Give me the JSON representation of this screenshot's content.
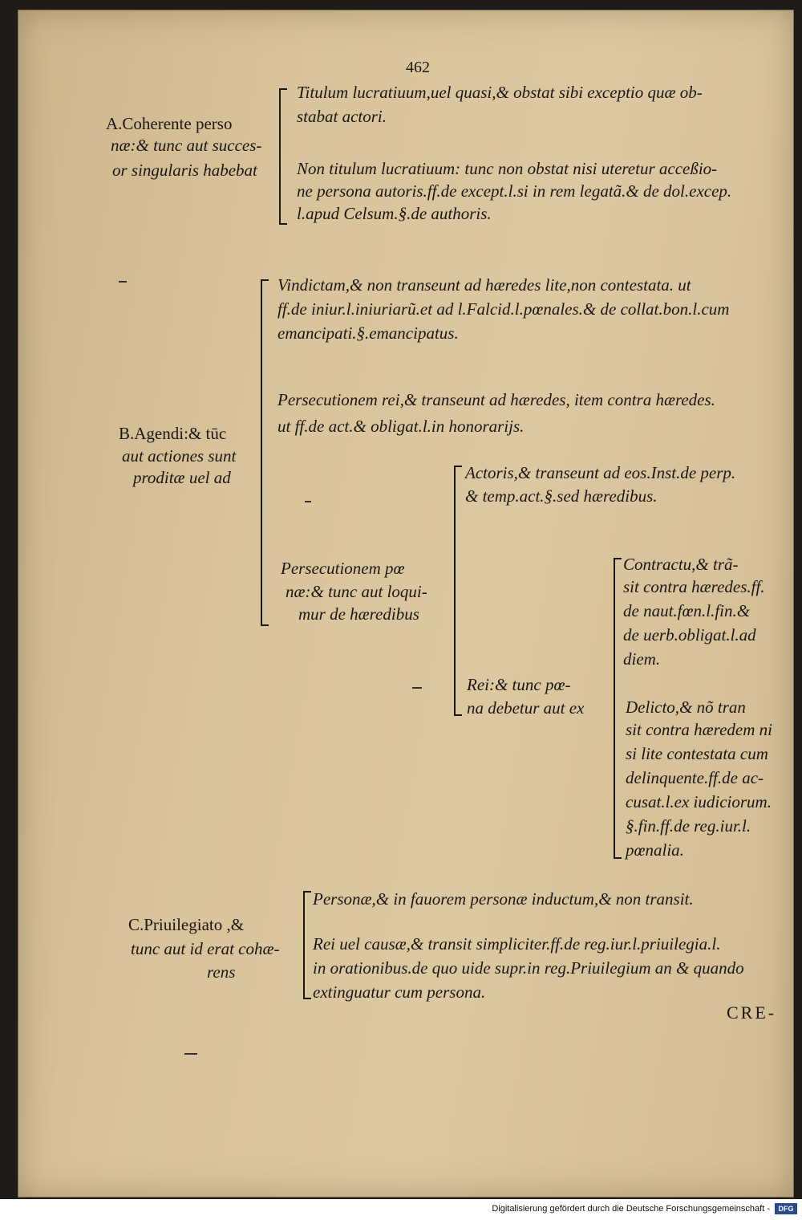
{
  "page": {
    "number": "462",
    "catchword": "CRE-"
  },
  "sectionA": {
    "label": [
      "A.Coherente perso",
      "næ:& tunc aut succes-",
      "or singularis habebat"
    ],
    "branch1": [
      "Titulum lucratiuum,uel quasi,& obstat sibi exceptio quæ ob-",
      "stabat actori."
    ],
    "branch2": [
      "Non titulum lucratiuum: tunc non obstat nisi uteretur acceßio-",
      "ne persona autoris.ff.de except.l.si in rem legatã.& de dol.excep.",
      "l.apud Celsum.§.de authoris."
    ]
  },
  "sectionB": {
    "label": [
      "B.Agendi:& tūc",
      "aut actiones sunt",
      "proditæ uel ad"
    ],
    "vindictam": [
      "Vindictam,& non transeunt ad hæredes lite,non contestata. ut",
      "ff.de iniur.l.iniuriarũ.et ad l.Falcid.l.pœnales.& de collat.bon.l.cum",
      "emancipati.§.emancipatus."
    ],
    "persecutionem_rei": [
      "Persecutionem rei,& transeunt ad hæredes, item contra hæredes.",
      "ut ff.de act.& obligat.l.in honorarijs."
    ],
    "persecutionem_poenae": [
      "Persecutionem pœ",
      "næ:& tunc aut loqui-",
      "mur de hæredibus"
    ],
    "actoris": [
      "Actoris,& transeunt ad eos.Inst.de perp.",
      "& temp.act.§.sed hæredibus."
    ],
    "rei_poena": [
      "Rei:& tunc pœ-",
      "na debetur aut ex"
    ],
    "contractu": [
      "Contractu,& trã-",
      "sit contra hæredes.ff.",
      "de naut.fœn.l.fin.&",
      "de uerb.obligat.l.ad",
      "diem."
    ],
    "delicto": [
      "Delicto,& nõ tran",
      "sit contra hæredem ni",
      "si lite contestata cum",
      "delinquente.ff.de ac-",
      "cusat.l.ex iudiciorum.",
      "§.fin.ff.de reg.iur.l.",
      "pœnalia."
    ]
  },
  "sectionC": {
    "label": [
      "C.Priuilegiato ,&",
      "tunc aut id erat cohæ-",
      "rens"
    ],
    "personae": [
      "Personæ,& in fauorem personæ inductum,& non transit."
    ],
    "rei_causae": [
      "Rei uel causæ,& transit simpliciter.ff.de reg.iur.l.priuilegia.l.",
      "in orationibus.de quo uide supr.in reg.Priuilegium an & quando",
      "extinguatur cum persona."
    ]
  },
  "footer": {
    "text": "Digitalisierung gefördert durch die Deutsche Forschungsgemeinschaft -",
    "logo": "DFG"
  }
}
